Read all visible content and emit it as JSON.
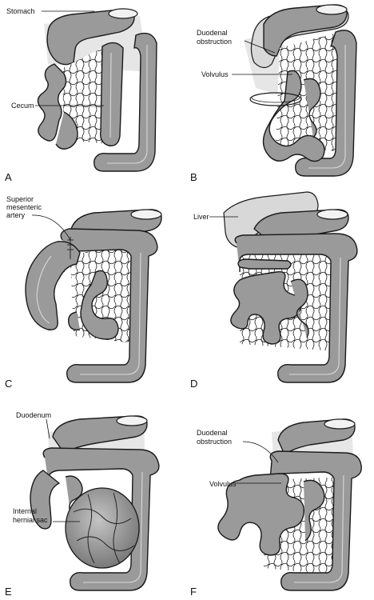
{
  "panels": {
    "A": {
      "letter": "A",
      "labels": {
        "stomach": "Stomach",
        "cecum": "Cecum"
      }
    },
    "B": {
      "letter": "B",
      "labels": {
        "duodenal_obstruction": "Duodenal\nobstruction",
        "volvulus": "Volvulus"
      }
    },
    "C": {
      "letter": "C",
      "labels": {
        "sma": "Superior\nmesenteric\nartery"
      }
    },
    "D": {
      "letter": "D",
      "labels": {
        "liver": "Liver"
      }
    },
    "E": {
      "letter": "E",
      "labels": {
        "duodenum": "Duodenum",
        "hernial_sac": "Internal\nhernial sac"
      }
    },
    "F": {
      "letter": "F",
      "labels": {
        "duodenal_obstruction": "Duodenal\nobstruction",
        "volvulus": "Volvulus"
      }
    }
  },
  "colors": {
    "bowel": "#9a9a9a",
    "mesentery": "#e6e6e6",
    "outline": "#1a1a1a",
    "sac": "#8c8c8c"
  }
}
